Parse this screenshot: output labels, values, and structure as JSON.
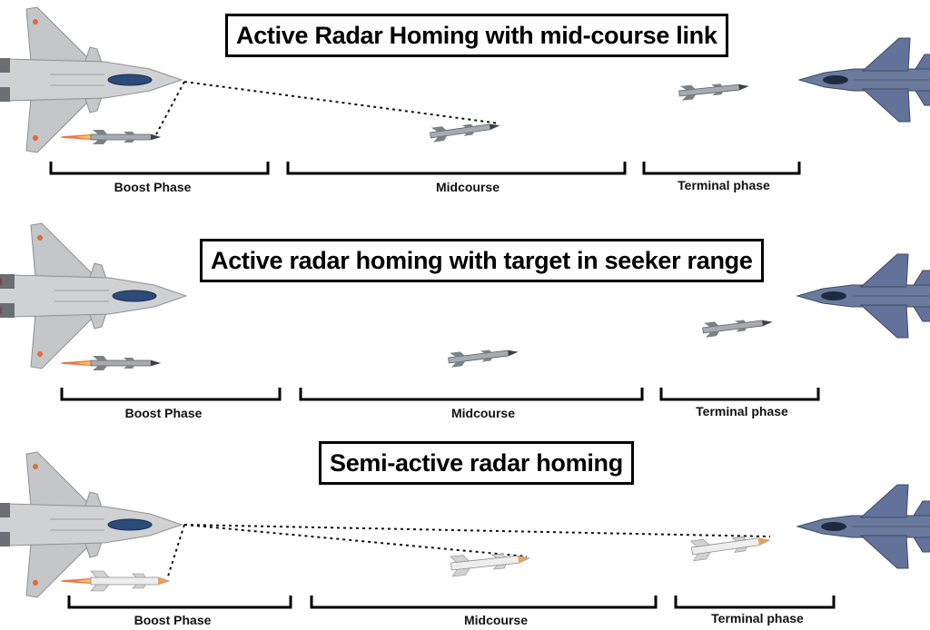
{
  "panels": [
    {
      "title": "Active Radar Homing with mid-course link",
      "phases": {
        "boost": "Boost Phase",
        "mid": "Midcourse",
        "terminal": "Terminal phase"
      }
    },
    {
      "title": "Active radar homing with target in seeker range",
      "phases": {
        "boost": "Boost Phase",
        "mid": "Midcourse",
        "terminal": "Terminal phase"
      }
    },
    {
      "title": "Semi-active radar homing",
      "phases": {
        "boost": "Boost Phase",
        "mid": "Midcourse",
        "terminal": "Terminal phase"
      }
    }
  ],
  "colors": {
    "launcher_jet": "#c9cbcd",
    "target_jet": "#5f6f93",
    "missile_active": "#9aa0a6",
    "missile_semi_active": "#e2e2e2",
    "exhaust": "#e8663a"
  }
}
